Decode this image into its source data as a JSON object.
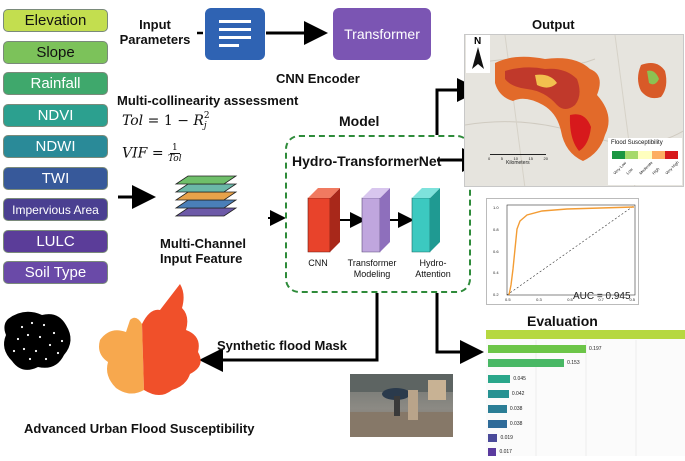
{
  "factors": [
    {
      "label": "Elevation",
      "color": "#c3de4f"
    },
    {
      "label": "Slope",
      "color": "#7cc25a"
    },
    {
      "label": "Rainfall",
      "color": "#3fa86c"
    },
    {
      "label": "NDVI",
      "color": "#2ca08f"
    },
    {
      "label": "NDWI",
      "color": "#2a8a98"
    },
    {
      "label": "TWI",
      "color": "#37599a"
    },
    {
      "label": "Impervious Area",
      "color": "#4a3f91"
    },
    {
      "label": "LULC",
      "color": "#5b3d99"
    },
    {
      "label": "Soil Type",
      "color": "#6a4aa8"
    }
  ],
  "input_parameters": "Input\nParameters",
  "transformer_label": "Transformer",
  "cnn_encoder": "CNN Encoder",
  "multicollinearity": "Multi-collinearity assessment",
  "formula_tol": {
    "lhs": "Tol",
    "eq": "=",
    "one": "1",
    "minus": "−",
    "r": "R",
    "sup": "2",
    "sub": "j"
  },
  "formula_vif": {
    "lhs": "VIF",
    "eq": "=",
    "num": "1",
    "den": "Tol"
  },
  "multichannel": "Multi-Channel\nInput Feature",
  "model_title": "Model",
  "model_name": "Hydro-TransformerNet",
  "blocks": [
    {
      "label": "CNN",
      "color": "#e8432b"
    },
    {
      "label": "Transformer\nModeling",
      "color": "#b79ad6"
    },
    {
      "label": "Hydro-\nAttention",
      "color": "#3cc9c0"
    }
  ],
  "output_title": "Output",
  "north": "N",
  "scale_label": "Kilometers",
  "scale_ticks": [
    "0",
    "5",
    "10",
    "15",
    "20"
  ],
  "legend_title": "Flood Susceptibility",
  "legend_items": [
    "Very Low",
    "Low",
    "Moderate",
    "High",
    "Very High"
  ],
  "legend_colors": [
    "#1a9641",
    "#a6d96a",
    "#ffffbf",
    "#fdae61",
    "#d7191c"
  ],
  "auc_label": "AUC = 0.945",
  "roc_y_ticks": [
    "0.2",
    "0.4",
    "0.6",
    "0.8",
    "1.0"
  ],
  "roc_x_ticks": [
    "0.5",
    "0.3",
    "0.5",
    "0.7",
    "0.5"
  ],
  "evaluation_title": "Evaluation",
  "bar_values": [
    "0.197",
    "0.153",
    "0.045",
    "0.042",
    "0.038",
    "0.038",
    "0.019",
    "0.017"
  ],
  "synthetic_mask": "Synthetic flood Mask",
  "advanced": "Advanced Urban Flood Susceptibility"
}
